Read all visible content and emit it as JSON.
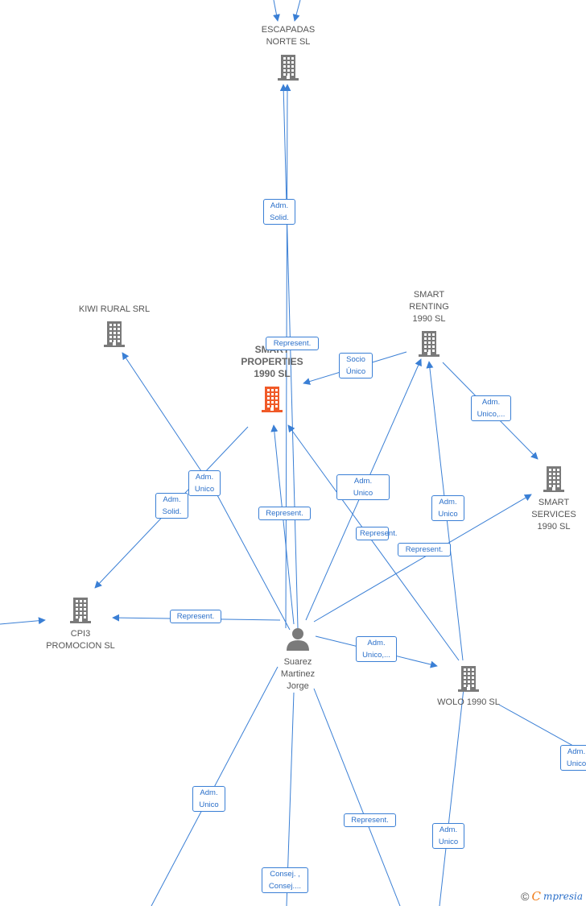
{
  "colors": {
    "edge": "#3a7fd5",
    "company": "#7a7a7a",
    "focus_company": "#f05a28",
    "person": "#7a7a7a"
  },
  "nodes": [
    {
      "id": "escapadas",
      "label": "ESCAPADAS\nNORTE  SL",
      "type": "company-icon"
    },
    {
      "id": "kiwi",
      "label": "KIWI RURAL SRL",
      "type": "company-icon"
    },
    {
      "id": "smart_properties",
      "label": "SMART\nPROPERTIES\n1990  SL",
      "type": "company-icon",
      "focus": true
    },
    {
      "id": "smart_renting",
      "label": "SMART\nRENTING\n1990  SL",
      "type": "company-icon"
    },
    {
      "id": "smart_services",
      "label": "SMART\nSERVICES\n1990  SL",
      "type": "company-icon"
    },
    {
      "id": "cpi3",
      "label": "CPI3\nPROMOCION  SL",
      "type": "company-icon"
    },
    {
      "id": "suarez",
      "label": "Suarez\nMartinez\nJorge",
      "type": "person-icon"
    },
    {
      "id": "wolo",
      "label": "WOLO 1990  SL",
      "type": "company-icon"
    }
  ],
  "edge_labels": [
    "Adm.\nSolid.",
    "Represent.",
    "Socio\nÚnico",
    "Adm.\nUnico,...",
    "Adm.\nUnico",
    "Adm.\nSolid.",
    "Represent.",
    "Represent.",
    "Adm.\nUnico",
    "Adm.\nUnico",
    "Represent.",
    "Represent.",
    "Adm.\nUnico,...",
    "Adm.\nUnico",
    "Adm.\nUnico",
    "Represent.",
    "Consej. ,\nConsej....",
    "Adm.\nUnico"
  ],
  "watermark": {
    "symbol": "©",
    "brand_initial": "C",
    "brand_rest": "mpresia"
  }
}
